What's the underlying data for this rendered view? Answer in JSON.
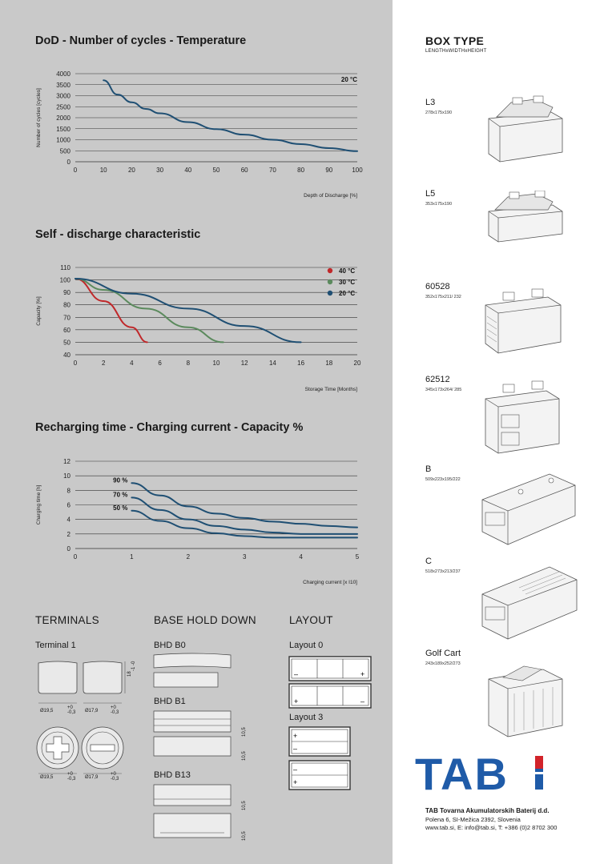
{
  "charts": [
    {
      "title": "DoD - Number of cycles - Temperature",
      "chart_data": {
        "type": "line",
        "xlabel": "Depth of Discharge [%]",
        "ylabel": "Number of cycles [cycles]",
        "xlim": [
          0,
          100
        ],
        "ylim": [
          0,
          4000
        ],
        "xticks": [
          0,
          10,
          20,
          30,
          40,
          50,
          60,
          70,
          80,
          90,
          100
        ],
        "yticks": [
          0,
          500,
          1000,
          1500,
          2000,
          2500,
          3000,
          3500,
          4000
        ],
        "grid": "horizontal",
        "series": [
          {
            "name": "20 °C",
            "color": "#1f4f73",
            "x": [
              10,
              15,
              20,
              25,
              30,
              40,
              50,
              60,
              70,
              80,
              90,
              100
            ],
            "y": [
              3700,
              3050,
              2700,
              2400,
              2200,
              1800,
              1480,
              1230,
              1000,
              800,
              620,
              480
            ]
          }
        ]
      }
    },
    {
      "title": "Self - discharge characteristic",
      "chart_data": {
        "type": "line",
        "xlabel": "Storage Time [Months]",
        "ylabel": "Capacity [%]",
        "xlim": [
          0,
          20
        ],
        "ylim": [
          40,
          110
        ],
        "xticks": [
          0,
          2,
          4,
          6,
          8,
          10,
          12,
          14,
          16,
          18,
          20
        ],
        "yticks": [
          40,
          50,
          60,
          70,
          80,
          90,
          100,
          110
        ],
        "grid": "horizontal",
        "legend": "top-right",
        "series": [
          {
            "name": "40 °C",
            "color": "#c0282a",
            "x": [
              0,
              2,
              4,
              5.1
            ],
            "y": [
              101,
              83,
              62,
              50
            ]
          },
          {
            "name": "30 °C",
            "color": "#5b8a5d",
            "x": [
              0,
              2,
              5,
              8,
              10.5
            ],
            "y": [
              101,
              92,
              77,
              62,
              50
            ]
          },
          {
            "name": "20 °C",
            "color": "#1f4f73",
            "x": [
              0,
              4,
              8,
              12,
              16
            ],
            "y": [
              101,
              89,
              77,
              63,
              50
            ]
          }
        ]
      }
    },
    {
      "title": "Recharging time - Charging current - Capacity %",
      "chart_data": {
        "type": "line",
        "xlabel": "Charging current [x I10]",
        "ylabel": "Charging time [h]",
        "xlim": [
          0,
          5
        ],
        "ylim": [
          0,
          12
        ],
        "xticks": [
          0,
          1,
          2,
          3,
          4,
          5
        ],
        "yticks": [
          0,
          2,
          4,
          6,
          8,
          10,
          12
        ],
        "grid": "horizontal",
        "series": [
          {
            "name": "90 %",
            "color": "#1f4f73",
            "x": [
              1,
              1.5,
              2,
              2.5,
              3,
              3.5,
              4,
              4.5,
              5
            ],
            "y": [
              9,
              7.3,
              5.8,
              4.8,
              4.2,
              3.7,
              3.4,
              3.1,
              2.9
            ]
          },
          {
            "name": "70 %",
            "color": "#1f4f73",
            "x": [
              1,
              1.5,
              2,
              2.5,
              3,
              3.5,
              4,
              4.5,
              5
            ],
            "y": [
              7,
              5.3,
              4.0,
              3.1,
              2.6,
              2.2,
              2.0,
              2.0,
              2.0
            ]
          },
          {
            "name": "50 %",
            "color": "#1f4f73",
            "x": [
              1,
              1.5,
              2,
              2.5,
              3,
              3.5,
              4,
              4.5,
              5
            ],
            "y": [
              5.2,
              3.8,
              2.8,
              2.1,
              1.7,
              1.5,
              1.5,
              1.5,
              1.5
            ]
          }
        ]
      }
    }
  ],
  "terminals": {
    "title": "TERMINALS",
    "terminal1_label": "Terminal 1",
    "dim_a": "Ø19,5",
    "tol_a": "+0 -0,3",
    "dim_b": "Ø17,9",
    "tol_b": "+0 -0,3",
    "height": "18",
    "height_tol": "-1 -0"
  },
  "base_hold_down": {
    "title": "BASE HOLD DOWN",
    "bhd0": "BHD B0",
    "bhd1": "BHD B1",
    "bhd13": "BHD B13",
    "dim": "10,5"
  },
  "layout": {
    "title": "LAYOUT",
    "layout0": "Layout 0",
    "layout3": "Layout 3"
  },
  "box_type": {
    "title": "BOX TYPE",
    "subtitle": "LENGTHxWIDTHxHEIGHT",
    "items": [
      {
        "name": "L3",
        "dims": "278x175x190"
      },
      {
        "name": "L5",
        "dims": "353x175x190"
      },
      {
        "name": "60528",
        "dims": "352x175x211/ 232"
      },
      {
        "name": "62512",
        "dims": "345x173x264/ 285"
      },
      {
        "name": "B",
        "dims": "509x223x195/222"
      },
      {
        "name": "C",
        "dims": "518x273x213/237"
      },
      {
        "name": "Golf Cart",
        "dims": "243x189x252/273"
      }
    ]
  },
  "company": {
    "logo_text": "TAB",
    "brand_color": "#1f5ba8",
    "accent_color": "#d2232a",
    "name": "TAB Tovarna Akumulatorskih Baterij d.d.",
    "address": "Polena 6, SI-Mežica 2392, Slovenia",
    "contact": "www.tab.si, E: info@tab.si, T: +386 (0)2 8702 300"
  }
}
